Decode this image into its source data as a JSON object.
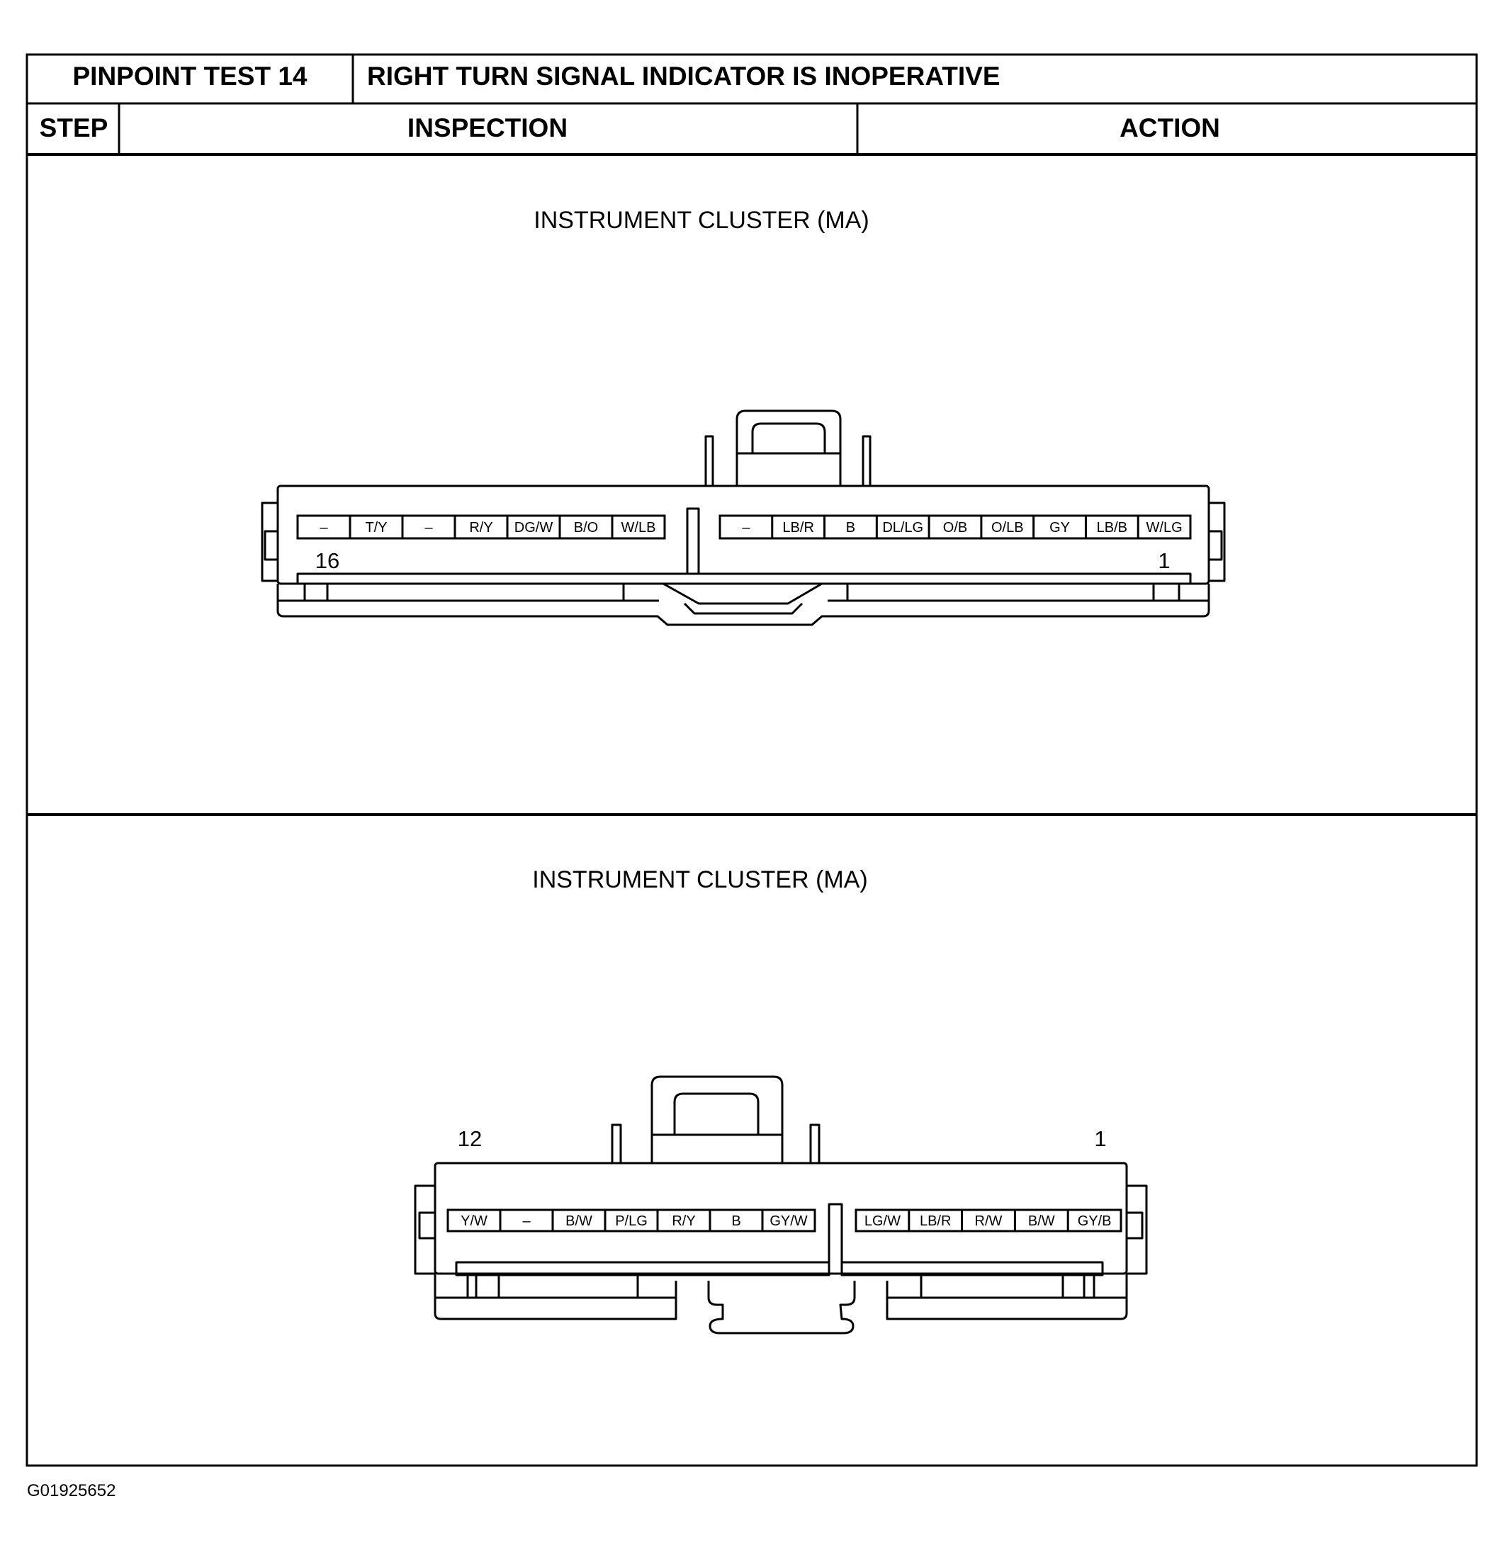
{
  "header": {
    "test_id": "PINPOINT TEST 14",
    "title": "RIGHT TURN SIGNAL INDICATOR IS INOPERATIVE",
    "col_step": "STEP",
    "col_inspection": "INSPECTION",
    "col_action": "ACTION"
  },
  "connector_a": {
    "caption": "INSTRUMENT CLUSTER (MA)",
    "left_pins": [
      "–",
      "T/Y",
      "–",
      "R/Y",
      "DG/W",
      "B/O",
      "W/LB"
    ],
    "right_pins": [
      "–",
      "LB/R",
      "B",
      "DL/LG",
      "O/B",
      "O/LB",
      "GY",
      "LB/B",
      "W/LG"
    ],
    "left_number": "16",
    "right_number": "1"
  },
  "connector_b": {
    "caption": "INSTRUMENT CLUSTER (MA)",
    "left_pins": [
      "Y/W",
      "–",
      "B/W",
      "P/LG",
      "R/Y",
      "B",
      "GY/W"
    ],
    "right_pins": [
      "LG/W",
      "LB/R",
      "R/W",
      "B/W",
      "GY/B"
    ],
    "left_number": "12",
    "right_number": "1"
  },
  "figure_id": "G01925652"
}
